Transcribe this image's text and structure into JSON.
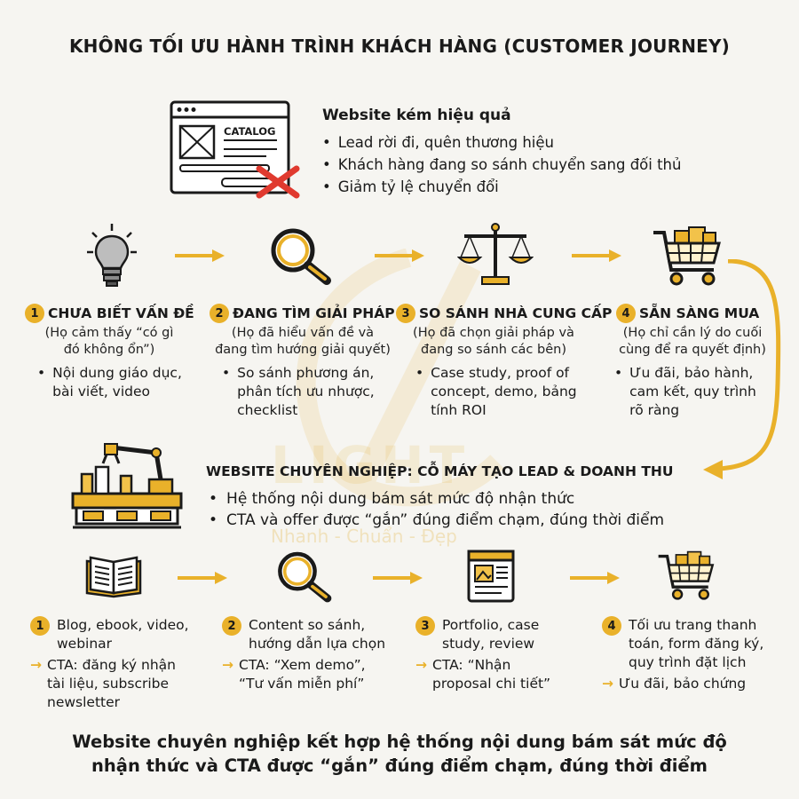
{
  "title": "KHÔNG TỐI ƯU HÀNH TRÌNH KHÁCH HÀNG (CUSTOMER JOURNEY)",
  "catalog_label": "CATALOG",
  "watermark": {
    "brand": "LIGHT",
    "tagline": "Nhanh - Chuẩn - Đẹp"
  },
  "poor_website": {
    "title": "Website kém hiệu quả",
    "items": [
      "Lead rời đi, quên thương hiệu",
      "Khách hàng đang so sánh chuyển sang đối thủ",
      "Giảm tỷ lệ chuyển đổi"
    ]
  },
  "stages": [
    {
      "num": "1",
      "title": "CHƯA BIẾT VẤN ĐỀ",
      "sub": [
        "(Họ cảm thấy “có gì",
        "đó không ổn”)"
      ],
      "bullet": [
        "Nội dung giáo dục,",
        "bài viết, video"
      ],
      "icon": "lightbulb-icon"
    },
    {
      "num": "2",
      "title": "ĐANG TÌM GIẢI PHÁP",
      "sub": [
        "(Họ đã hiểu vấn đề và",
        "đang tìm hướng giải quyết)"
      ],
      "bullet": [
        "So sánh phương án,",
        "phân tích ưu nhược,",
        "checklist"
      ],
      "icon": "magnifier-icon"
    },
    {
      "num": "3",
      "title": "SO SÁNH NHÀ CUNG CẤP",
      "sub": [
        "(Họ đã chọn giải pháp và",
        "đang so sánh các bên)"
      ],
      "bullet": [
        "Case study, proof of",
        "concept, demo, bảng",
        "tính ROI"
      ],
      "icon": "scale-icon"
    },
    {
      "num": "4",
      "title": "SẴN SÀNG MUA",
      "sub": [
        "(Họ chỉ cần lý do cuối",
        "cùng để ra quyết định)"
      ],
      "bullet": [
        "Ưu đãi, bảo hành,",
        "cam kết, quy trình",
        "rõ ràng"
      ],
      "icon": "cart-icon"
    }
  ],
  "pro_website": {
    "title": "WEBSITE CHUYÊN NGHIỆP: CỖ MÁY TẠO LEAD & DOANH THU",
    "items": [
      "Hệ thống nội dung bám sát mức độ nhận thức",
      "CTA và offer được “gắn” đúng điểm chạm, đúng thời điểm"
    ]
  },
  "solutions": [
    {
      "num": "1",
      "lines": [
        "Blog, ebook, video,",
        "webinar"
      ],
      "cta": [
        "CTA: đăng ký nhận",
        "tài liệu, subscribe",
        "newsletter"
      ]
    },
    {
      "num": "2",
      "lines": [
        "Content so sánh,",
        "hướng dẫn lựa chọn"
      ],
      "cta": [
        "CTA: “Xem demo”,",
        "“Tư vấn miễn phí”"
      ]
    },
    {
      "num": "3",
      "lines": [
        "Portfolio, case",
        "study, review"
      ],
      "cta": [
        "CTA: “Nhận",
        "proposal chi tiết”"
      ]
    },
    {
      "num": "4",
      "lines": [
        "Tối ưu trang thanh",
        "toán, form đăng ký,",
        "quy trình đặt lịch"
      ],
      "cta": [
        "Ưu đãi, bảo chứng"
      ]
    }
  ],
  "footer": [
    "Website chuyên nghiệp kết hợp hệ thống nội dung bám sát mức độ",
    "nhận thức và CTA được “gắn” đúng điểm chạm, đúng thời điểm"
  ],
  "colors": {
    "accent": "#e9b12a",
    "error": "#e03a2f",
    "ink": "#1a1a1a",
    "background": "#f6f5f1"
  }
}
